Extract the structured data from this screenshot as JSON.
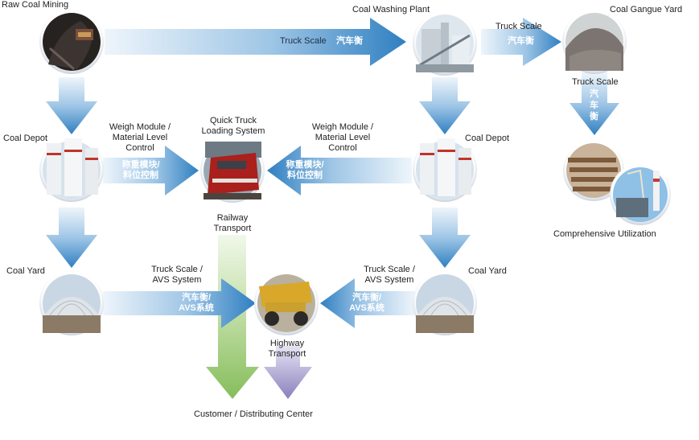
{
  "colors": {
    "arrow_blue": "#3d88c6",
    "arrow_light": "#e6f1fa",
    "arrow_green": "#8cc063",
    "arrow_purple": "#8f86bf",
    "node_ring": "#dde3ea"
  },
  "nodes": {
    "raw_coal_mining": {
      "label": "Raw Coal Mining",
      "icon": "mine-tunnel-photo"
    },
    "coal_washing_plant": {
      "label": "Coal Washing Plant",
      "icon": "washing-plant-photo"
    },
    "coal_gangue_yard": {
      "label": "Coal Gangue Yard",
      "icon": "gangue-pile-photo"
    },
    "coal_depot_left": {
      "label": "Coal Depot",
      "icon": "silo-photo"
    },
    "coal_depot_right": {
      "label": "Coal Depot",
      "icon": "silo-photo"
    },
    "quick_truck_loading": {
      "label_line1": "Quick Truck",
      "label_line2": "Loading System",
      "icon": "train-photo"
    },
    "coal_yard_left": {
      "label": "Coal Yard",
      "icon": "dome-storage-photo"
    },
    "coal_yard_right": {
      "label": "Coal Yard",
      "icon": "dome-storage-photo"
    },
    "highway_truck": {
      "label_line1": "Highway",
      "label_line2": "Transport",
      "icon": "mining-truck-photo"
    },
    "comprehensive_utilization": {
      "label": "Comprehensive Utilization",
      "icon": "power-plant-photo"
    }
  },
  "arrows": {
    "mining_to_washing": {
      "en": "Truck Scale",
      "cn": "汽车衡"
    },
    "washing_to_gangue": {
      "en": "Truck Scale",
      "cn": "汽车衡"
    },
    "gangue_to_utilization": {
      "en": "Truck Scale",
      "cn1": "汽",
      "cn2": "车",
      "cn3": "衡"
    },
    "depot_left_to_loading": {
      "en1": "Weigh Module /",
      "en2": "Material Level",
      "en3": "Control",
      "cn1": "称重模块/",
      "cn2": "料位控制"
    },
    "depot_right_to_loading": {
      "en1": "Weigh Module /",
      "en2": "Material Level",
      "en3": "Control",
      "cn1": "称重模块/",
      "cn2": "料位控制"
    },
    "yard_left_to_truck": {
      "en1": "Truck Scale /",
      "en2": "AVS System",
      "cn1": "汽车衡/",
      "cn2": "AVS系统"
    },
    "yard_right_to_truck": {
      "en1": "Truck Scale /",
      "en2": "AVS System",
      "cn1": "汽车衡/",
      "cn2": "AVS系统"
    },
    "railway": {
      "en1": "Railway",
      "en2": "Transport"
    }
  },
  "destination": "Customer / Distributing Center"
}
